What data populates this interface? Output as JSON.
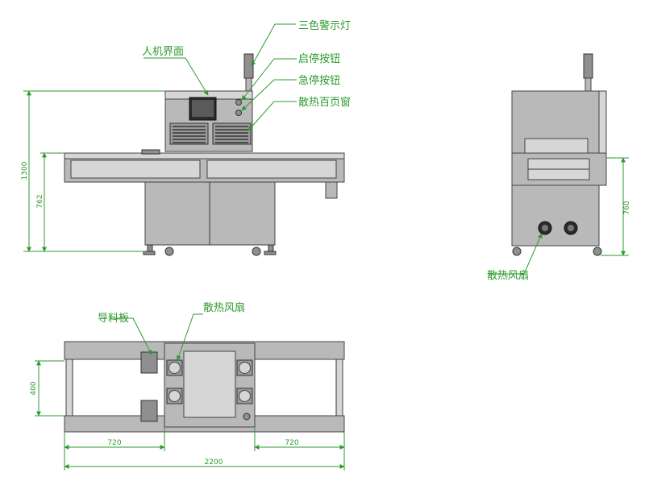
{
  "labels": {
    "tricolor_light": "三色警示灯",
    "hmi": "人机界面",
    "start_stop_button": "启停按钮",
    "emergency_stop_button": "急停按钮",
    "vent_louver": "散热百页窗",
    "cooling_fan_side": "散热风扇",
    "guide_plate": "导料板",
    "cooling_fan_top": "散热风扇"
  },
  "dimensions": {
    "total_height": "1300",
    "table_height": "762",
    "side_height": "760",
    "depth": "400",
    "left_width": "720",
    "right_width": "720",
    "total_width": "2200"
  },
  "colors": {
    "annotation": "#2e9a2e",
    "machine_body": "#b9b9b9",
    "outline": "#333333"
  }
}
